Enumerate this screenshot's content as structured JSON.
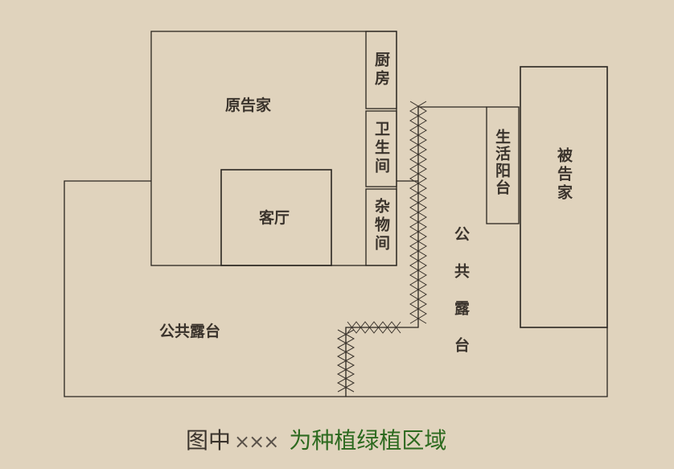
{
  "rooms": {
    "plaintiff_home": "原告家",
    "kitchen": "厨房",
    "bathroom": "卫生间",
    "storage": "杂物间",
    "living_room": "客厅",
    "balcony": "生活阳台",
    "defendant_home": "被告家",
    "public_terrace_left": "公共露台",
    "public_terrace_right": "公共露台"
  },
  "legend": {
    "prefix": "图中",
    "marker": "×××",
    "text": "为种植绿植区域"
  },
  "colors": {
    "background": "#e0d3bd",
    "line": "#2a2520",
    "legend_green": "#2d6a1f"
  }
}
